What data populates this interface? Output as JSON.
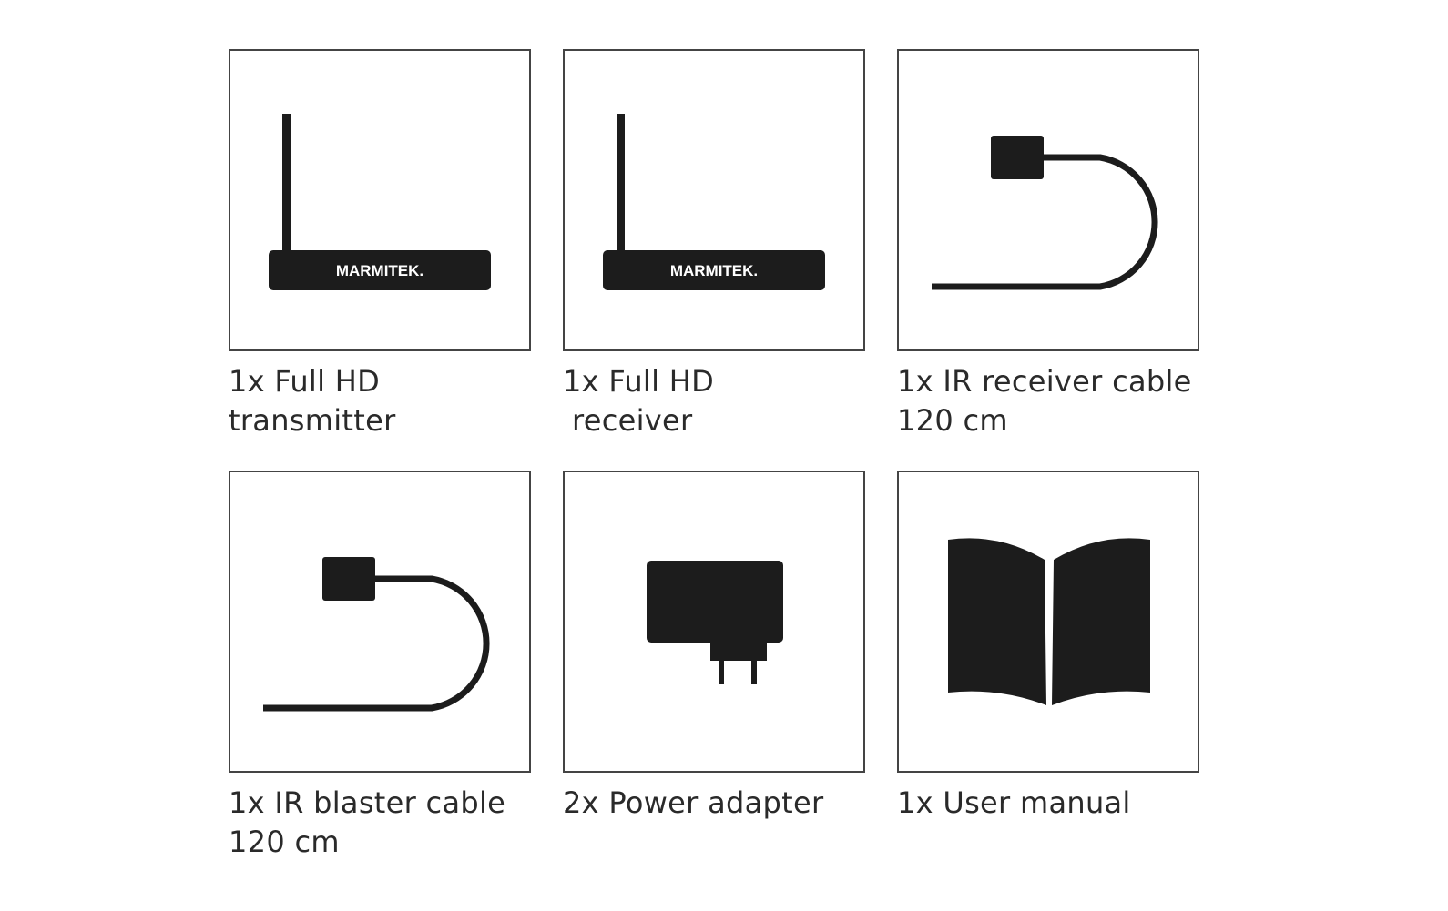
{
  "items": [
    {
      "line1": "1x Full HD",
      "line2": "transmitter",
      "icon": "router-antenna-icon",
      "brand": "MARMITEK."
    },
    {
      "line1": "1x Full HD",
      "line2": "receiver",
      "icon": "router-antenna-icon",
      "brand": "MARMITEK."
    },
    {
      "line1": "1x IR receiver cable",
      "line2": "120 cm",
      "icon": "ir-cable-icon"
    },
    {
      "line1": "1x IR blaster cable",
      "line2": "120 cm",
      "icon": "ir-cable-icon"
    },
    {
      "line1": "2x Power adapter",
      "line2": "",
      "icon": "power-adapter-icon"
    },
    {
      "line1": "1x User manual",
      "line2": "",
      "icon": "book-icon"
    }
  ],
  "colors": {
    "icon_fill": "#1c1c1c",
    "border": "#444444",
    "text": "#2a2a2a"
  }
}
